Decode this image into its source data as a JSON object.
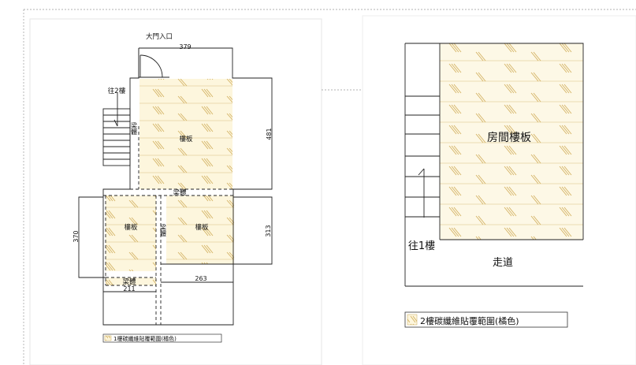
{
  "plan1": {
    "entrance_label": "大門入口",
    "dim_top": "379",
    "stair_label": "往2樓",
    "beam_v_upper": "梁體",
    "slab_upper": "樓板",
    "dim_right_upper": "481",
    "beam_h_mid": "梁體",
    "dim_left_lower": "370",
    "slab_lower_left": "樓板",
    "beam_v_lower": "梁體",
    "slab_lower_right": "樓板",
    "dim_right_lower": "313",
    "beam_bottom": "梁體",
    "dim_bottom_left": "211",
    "dim_bottom_right": "263",
    "legend": "1樓碳纖維貼覆範圍(橘色)"
  },
  "plan2": {
    "room_label": "房間樓板",
    "stair_label": "往1樓",
    "corridor_label": "走道",
    "legend": "2樓碳纖維貼覆範圍(橘色)"
  },
  "colors": {
    "fill": "#fdf6dd",
    "hatch": "#d9bb6f",
    "line": "#222222"
  }
}
